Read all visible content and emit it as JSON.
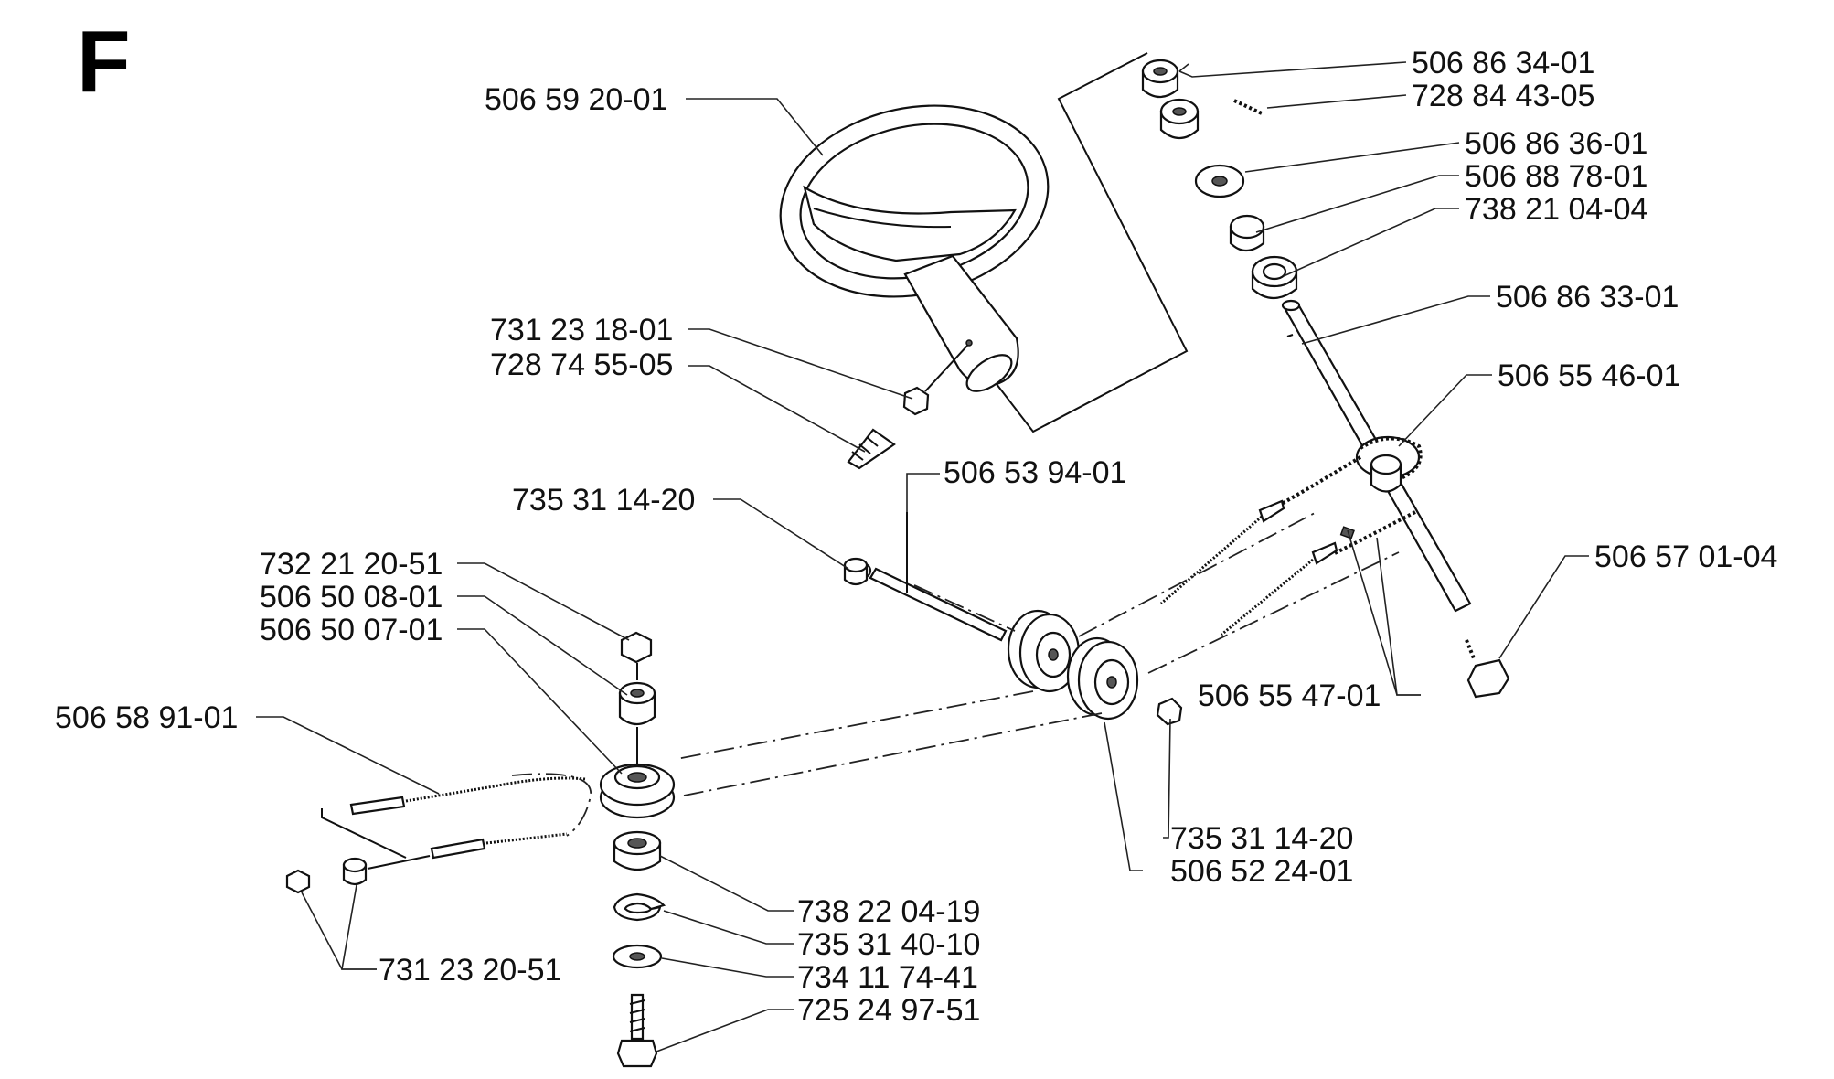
{
  "section": "F",
  "labels": {
    "l01": "506 86 34-01",
    "l02": "728 84 43-05",
    "l03": "506 86 36-01",
    "l04": "506 88 78-01",
    "l05": "738 21 04-04",
    "l06": "506 86 33-01",
    "l07": "506 55 46-01",
    "l08": "506 57 01-04",
    "l09": "506 59 20-01",
    "l10": "731 23 18-01",
    "l11": "728 74 55-05",
    "l12": "506 53 94-01",
    "l13": "735 31 14-20",
    "l14": "732 21 20-51",
    "l15": "506 50 08-01",
    "l16": "506 50 07-01",
    "l17": "506 58 91-01",
    "l18": "506 55 47-01",
    "l19": "735 31 14-20",
    "l20": "506 52 24-01",
    "l21": "738 22 04-19",
    "l22": "735 31 40-10",
    "l23": "734 11 74-41",
    "l24": "725 24 97-51",
    "l25": "731 23 20-51"
  }
}
